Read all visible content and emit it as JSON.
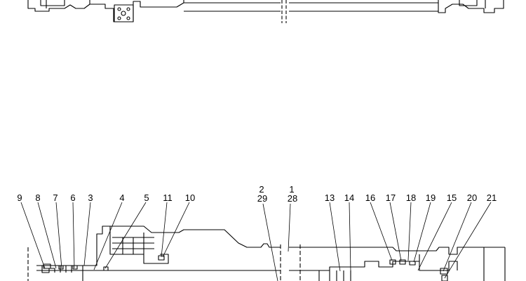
{
  "drawing": {
    "line_color": "#000000",
    "background": "#ffffff"
  },
  "callouts": {
    "c9": "9",
    "c8": "8",
    "c7": "7",
    "c6": "6",
    "c3": "3",
    "c4": "4",
    "c5": "5",
    "c11": "11",
    "c10": "10",
    "c2": "2",
    "c29": "29",
    "c1": "1",
    "c28": "28",
    "c13": "13",
    "c14": "14",
    "c16": "16",
    "c17": "17",
    "c18": "18",
    "c19": "19",
    "c15": "15",
    "c20": "20",
    "c21": "21"
  }
}
